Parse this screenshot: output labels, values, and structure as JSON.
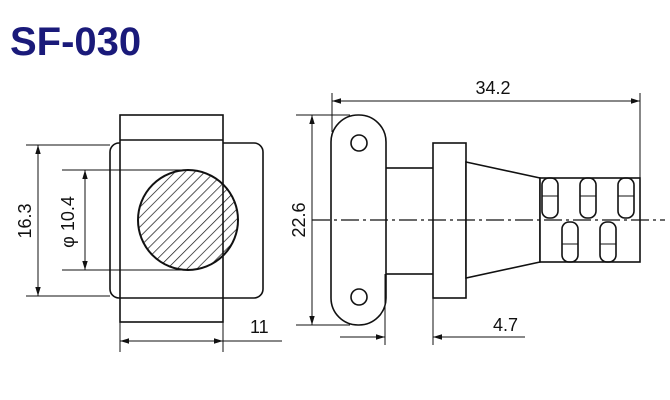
{
  "title": "SF-030",
  "dimensions": {
    "overall_length": "34.2",
    "height_front": "16.3",
    "hole_diameter": "φ 10.4",
    "flange_height": "22.6",
    "front_width": "11",
    "plug_length": "4.7"
  }
}
